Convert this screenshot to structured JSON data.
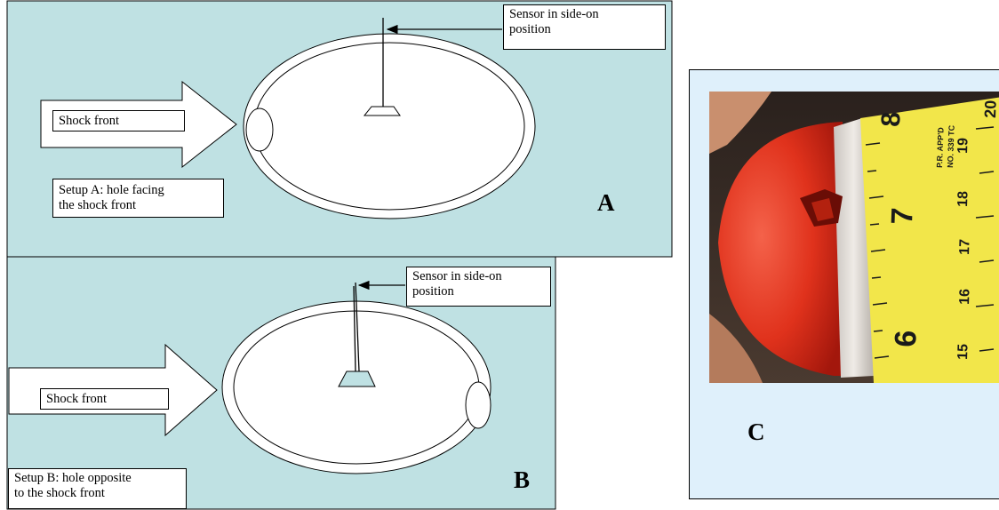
{
  "panel_a": {
    "sensor_label_line1": "Sensor in side-on",
    "sensor_label_line2": "position",
    "shock_label": "Shock front",
    "setup_line1": "Setup A: hole facing",
    "setup_line2": "the shock front",
    "letter": "A"
  },
  "panel_b": {
    "sensor_label_line1": "Sensor in side-on",
    "sensor_label_line2": "position",
    "shock_label": "Shock front",
    "setup_line1": "Setup B: hole opposite",
    "setup_line2": "to the shock front",
    "letter": "B"
  },
  "panel_c": {
    "letter": "C",
    "tape_numbers": [
      "8",
      "20",
      "19",
      "18",
      "7",
      "17",
      "16",
      "6",
      "15"
    ],
    "tape_print_line1": "P.R. APP'D",
    "tape_print_line2": "NO. 339 TC"
  },
  "colors": {
    "panel_bg": "#bfe1e3",
    "photo_panel_bg": "#dff0fb",
    "ball_red": "#e8321e",
    "tape_yellow": "#f2e64a"
  }
}
